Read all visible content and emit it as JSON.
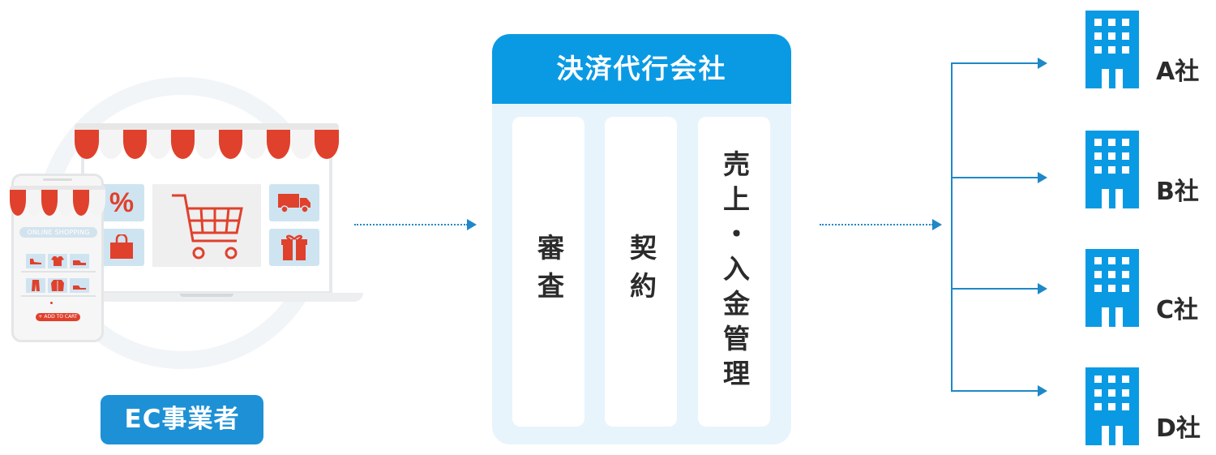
{
  "colors": {
    "accent_blue": "#0a9ae4",
    "label_blue": "#1e91d6",
    "connector_blue": "#1e88c8",
    "panel_bg": "#e8f4fb",
    "awning_red": "#e0412c",
    "text_dark": "#2b2b2b"
  },
  "merchant": {
    "label": "EC事業者",
    "phone_search_text": "ONLINE SHOPPING",
    "phone_cart_button": "+ ADD TO CART",
    "percent_symbol": "%",
    "icons": [
      "percent-icon",
      "shopping-cart-icon",
      "delivery-truck-icon",
      "shopping-bag-icon",
      "gift-box-icon",
      "shoe-icon",
      "tshirt-icon",
      "pants-icon",
      "jacket-icon",
      "sneaker-icon"
    ]
  },
  "agency": {
    "title": "決済代行会社",
    "functions": [
      {
        "label": "審査"
      },
      {
        "label": "契約"
      },
      {
        "label": "売上・入金管理"
      }
    ]
  },
  "companies": [
    {
      "label": "A社"
    },
    {
      "label": "B社"
    },
    {
      "label": "C社"
    },
    {
      "label": "D社"
    }
  ]
}
